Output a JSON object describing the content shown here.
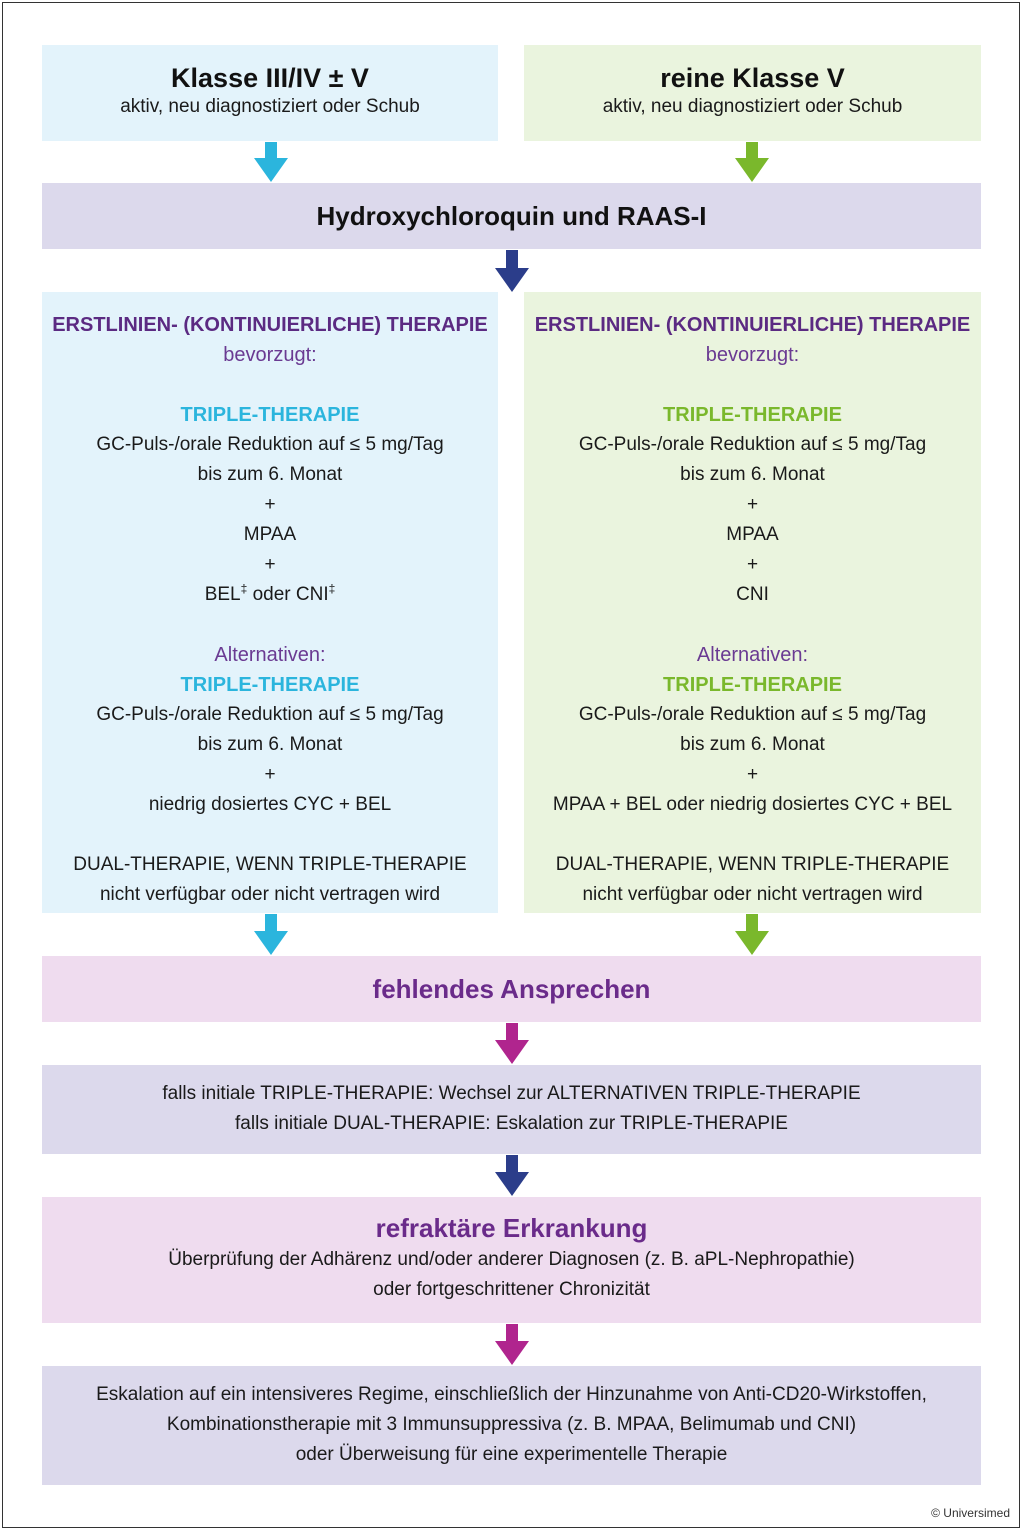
{
  "top": {
    "left": {
      "title": "Klasse III/IV ± V",
      "subtitle": "aktiv, neu diagnostiziert oder Schub"
    },
    "right": {
      "title": "reine Klasse V",
      "subtitle": "aktiv, neu diagnostiziert oder Schub"
    }
  },
  "hcq": "Hydroxychloroquin und RAAS-I",
  "left_panel": {
    "heading": "ERSTLINIEN- (KONTINUIERLICHE) THERAPIE",
    "preferred": "bevorzugt:",
    "triple": "TRIPLE-THERAPIE",
    "gc": "GC-Puls-/orale Reduktion auf ≤ 5 mg/Tag",
    "month": "bis zum 6. Monat",
    "plus": "+",
    "mpaa": "MPAA",
    "bel": "BEL",
    "dagger": "‡",
    "oder": " oder CNI",
    "alternatives": "Alternativen:",
    "alt_triple": "TRIPLE-THERAPIE",
    "alt_gc": "GC-Puls-/orale Reduktion auf ≤ 5 mg/Tag",
    "alt_month": "bis zum 6. Monat",
    "alt_combo": "niedrig dosiertes CYC + BEL",
    "dual1": "DUAL-THERAPIE, WENN TRIPLE-THERAPIE",
    "dual2": "nicht verfügbar oder nicht vertragen wird"
  },
  "right_panel": {
    "heading": "ERSTLINIEN- (KONTINUIERLICHE) THERAPIE",
    "preferred": "bevorzugt:",
    "triple": "TRIPLE-THERAPIE",
    "gc": "GC-Puls-/orale Reduktion auf ≤ 5 mg/Tag",
    "month": "bis zum 6. Monat",
    "plus": "+",
    "mpaa": "MPAA",
    "cni": "CNI",
    "alternatives": "Alternativen:",
    "alt_triple": "TRIPLE-THERAPIE",
    "alt_gc": "GC-Puls-/orale Reduktion auf ≤ 5 mg/Tag",
    "alt_month": "bis zum 6. Monat",
    "alt_combo": "MPAA + BEL oder niedrig dosiertes CYC + BEL",
    "dual1": "DUAL-THERAPIE, WENN TRIPLE-THERAPIE",
    "dual2": "nicht verfügbar oder nicht vertragen wird"
  },
  "no_response": "fehlendes Ansprechen",
  "switch": {
    "line1": "falls initiale TRIPLE-THERAPIE: Wechsel zur ALTERNATIVEN TRIPLE-THERAPIE",
    "line2": "falls initiale DUAL-THERAPIE: Eskalation zur TRIPLE-THERAPIE"
  },
  "refractory": {
    "title": "refraktäre Erkrankung",
    "line1": "Überprüfung der Adhärenz und/oder anderer Diagnosen (z. B. aPL-Nephropathie)",
    "line2": "oder fortgeschrittener Chronizität"
  },
  "escalation": {
    "line1": "Eskalation auf ein intensiveres Regime, einschließlich der Hinzunahme von Anti-CD20-Wirkstoffen,",
    "line2": "Kombinationstherapie mit 3 Immunsuppressiva (z. B. MPAA, Belimumab und CNI)",
    "line3": "oder Überweisung für eine experimentelle Therapie"
  },
  "copyright": "© Universimed",
  "colors": {
    "cyan": "#2bb5dd",
    "green": "#7ab82c",
    "navy": "#2b3d8a",
    "magenta": "#b0258e",
    "purple": "#5b2a82"
  }
}
